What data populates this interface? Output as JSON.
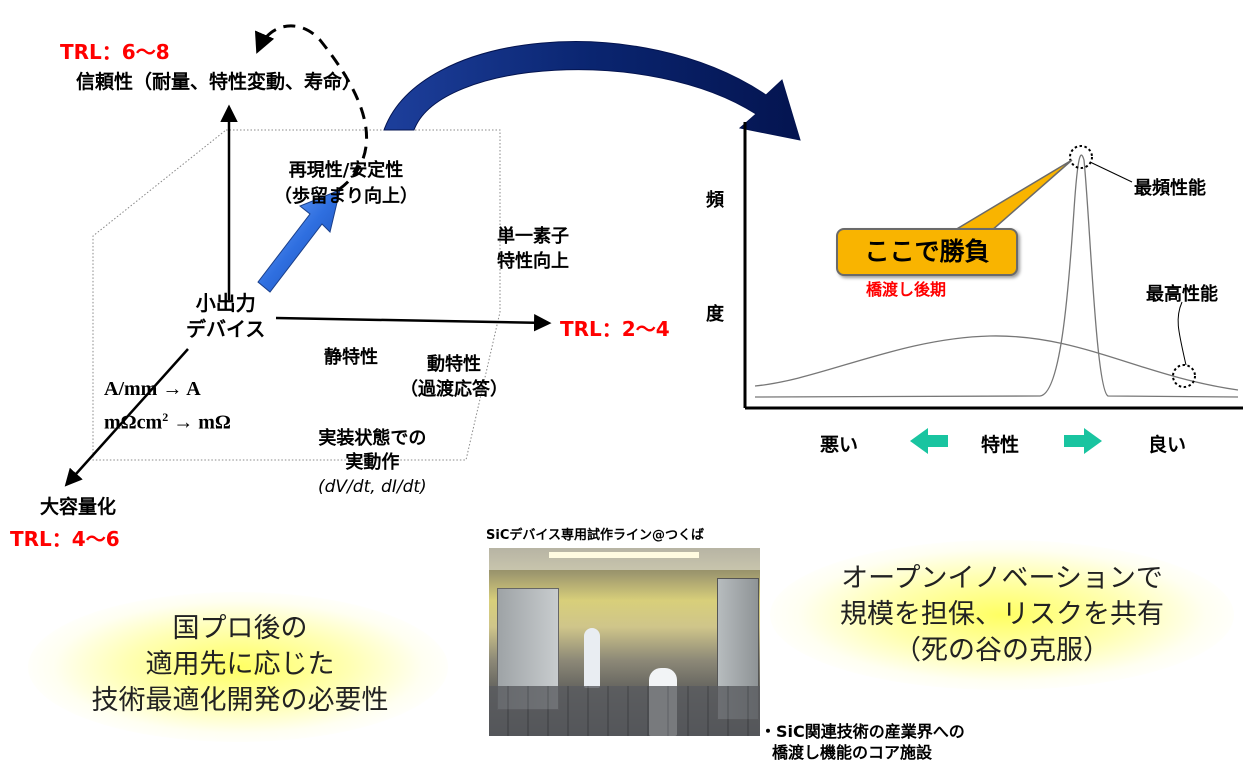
{
  "trl": {
    "top": "TRL：6～8",
    "right": "TRL：2～4",
    "bottom": "TRL：4～6"
  },
  "axis_labels": {
    "reliability": "信頼性（耐量、特性変動、寿命）",
    "single_element_1": "単一素子",
    "single_element_2": "特性向上",
    "large_capacity": "大容量化",
    "origin_1": "小出力",
    "origin_2": "デバイス"
  },
  "inner_labels": {
    "repro_1": "再現性/安定性",
    "repro_2": "（歩留まり向上）",
    "static": "静特性",
    "dynamic_1": "動特性",
    "dynamic_2": "（過渡応答）",
    "mount_1": "実装状態での",
    "mount_2": "実動作",
    "mount_3": "(dV/dt, dI/dt)",
    "scale_1": "A/mm → A",
    "scale_2a": "mΩcm",
    "scale_2b": "2",
    "scale_2c": " → mΩ"
  },
  "distribution": {
    "y_label_1": "頻",
    "y_label_2": "度",
    "x_bad": "悪い",
    "x_char": "特性",
    "x_good": "良い",
    "mode_label": "最頻性能",
    "best_label": "最高性能",
    "callout": "ここで勝負",
    "callout_sub": "橋渡し後期"
  },
  "photo": {
    "caption": "SiCデバイス専用試作ライン@つくば",
    "note_1": "・SiC関連技術の産業界への",
    "note_2": "橋渡し機能のコア施設"
  },
  "messages": {
    "left_1": "国プロ後の",
    "left_2": "適用先に応じた",
    "left_3": "技術最適化開発の必要性",
    "right_1": "オープンイノベーションで",
    "right_2": "規模を担保、リスクを共有",
    "right_3": "（死の谷の克服）"
  },
  "colors": {
    "trl": "#ff0000",
    "callout_fill": "#f9b400",
    "curved_arrow": "#0b2a7a",
    "blue_arrow": "#2f6fe0",
    "green_arrow": "#19c4a0",
    "glow": "#ffff66"
  }
}
